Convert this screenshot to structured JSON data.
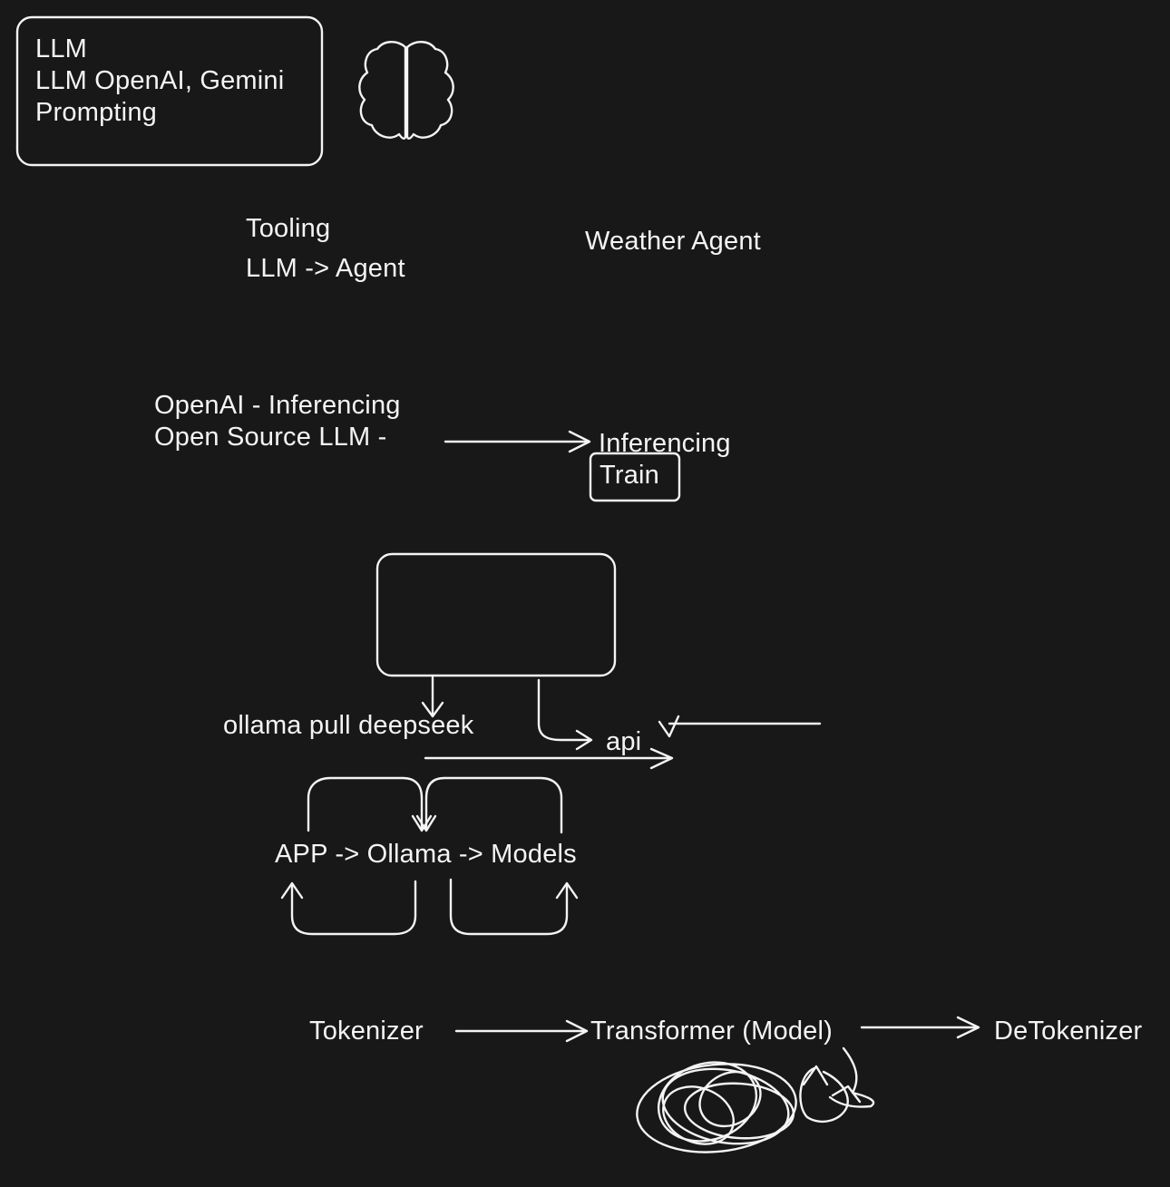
{
  "box_llm": {
    "line1": "LLM",
    "line2": "LLM OpenAI, Gemini",
    "line3": "Prompting"
  },
  "icons": {
    "brain": "brain-icon"
  },
  "tooling": {
    "line1": "Tooling",
    "line2": "LLM -> Agent"
  },
  "weather_agent": "Weather Agent",
  "inference": {
    "line1": "OpenAI - Inferencing",
    "line2": "Open Source LLM -",
    "target": "Inferencing",
    "train": "Train"
  },
  "ollama": {
    "pull_command": "ollama pull deepseek",
    "api": "api",
    "chain": "APP -> Ollama -> Models"
  },
  "pipeline": {
    "tokenizer": "Tokenizer",
    "transformer": "Transformer (Model)",
    "detokenizer": "DeTokenizer"
  },
  "colors": {
    "background": "#181818",
    "ink": "#f4f4f4"
  }
}
